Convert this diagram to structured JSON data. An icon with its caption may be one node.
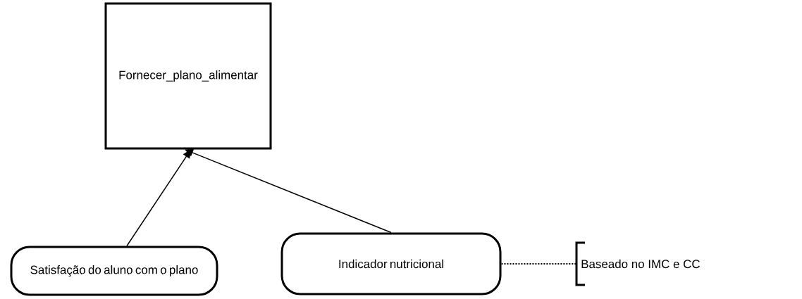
{
  "diagram": {
    "nodes": [
      {
        "text": [
          "Fornecer_plano_alimentar"
        ]
      },
      {
        "text": [
          "Satisfação do aluno com o plano"
        ]
      },
      {
        "text": [
          "Indicador nutricional"
        ]
      },
      {
        "text": [
          "Baseado no IMC e CC"
        ]
      }
    ],
    "edges": [
      {
        "from": 1,
        "to": 0,
        "arrow": "to"
      },
      {
        "from": 2,
        "to": 0,
        "arrow": "to"
      },
      {
        "from": 2,
        "to": 3,
        "arrow": "none",
        "style": "dashed"
      }
    ]
  }
}
